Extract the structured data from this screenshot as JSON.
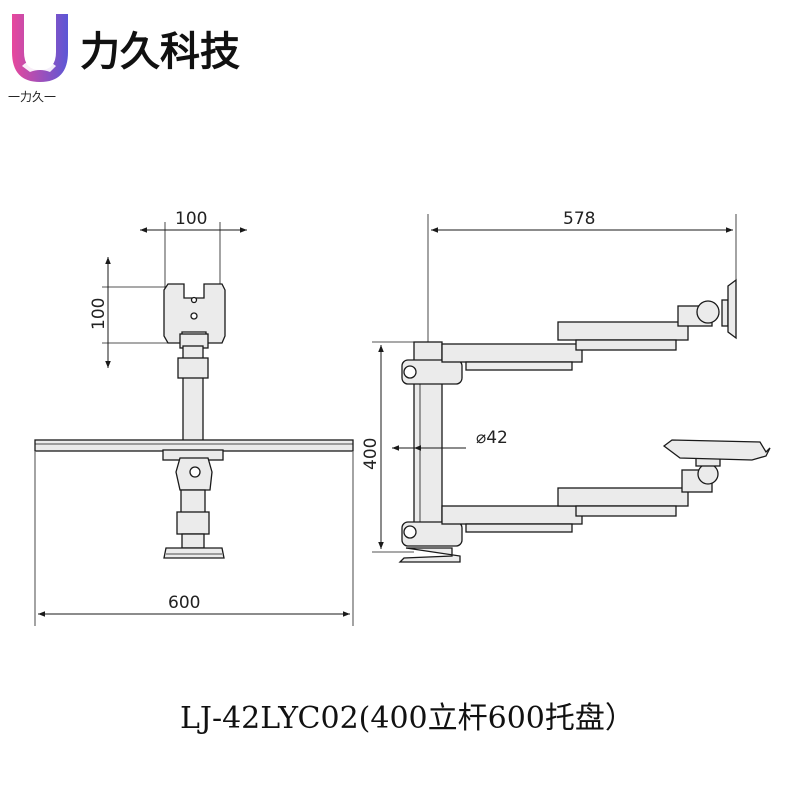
{
  "brand": {
    "name": "力久科技",
    "sub_label": "一力久一",
    "logo_letter": "U"
  },
  "drawing": {
    "front_view": {
      "vesa_width": "100",
      "vesa_height": "100",
      "tray_width": "600"
    },
    "side_view": {
      "reach": "578",
      "pole_height": "400",
      "pole_diameter": "⌀42"
    }
  },
  "model_caption": "LJ-42LYC02(400立杆600托盘）",
  "colors": {
    "logo_left": "#e8489c",
    "logo_right": "#5b57d6",
    "line": "#1a1a1a",
    "part_fill": "#e6e6e6"
  }
}
